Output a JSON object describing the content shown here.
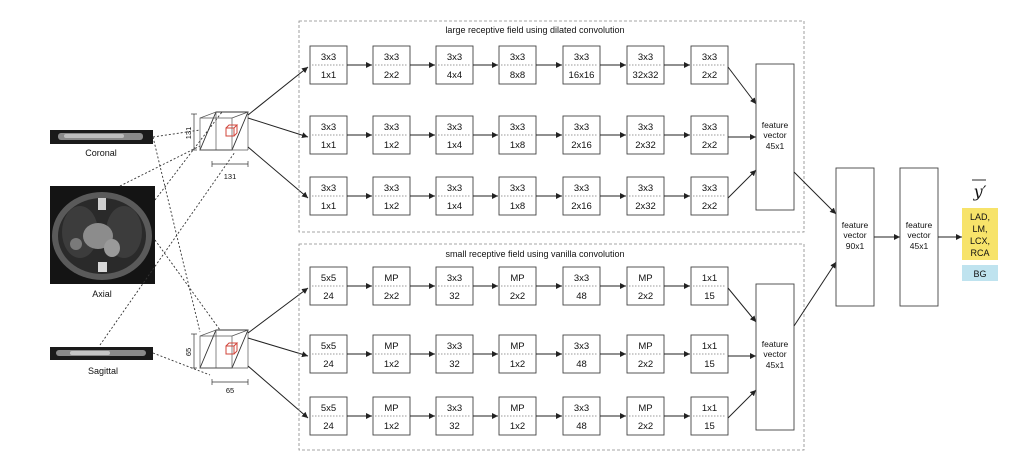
{
  "views": {
    "coronal": "Coronal",
    "axial": "Axial",
    "sagittal": "Sagittal"
  },
  "patch_dims": {
    "large": "131",
    "small": "65"
  },
  "dilated_group_title": "large receptive field using dilated convolution",
  "vanilla_group_title": "small receptive field using vanilla convolution",
  "dilated_rows": [
    [
      [
        "3x3",
        "1x1"
      ],
      [
        "3x3",
        "2x2"
      ],
      [
        "3x3",
        "4x4"
      ],
      [
        "3x3",
        "8x8"
      ],
      [
        "3x3",
        "16x16"
      ],
      [
        "3x3",
        "32x32"
      ],
      [
        "3x3",
        "2x2"
      ]
    ],
    [
      [
        "3x3",
        "1x1"
      ],
      [
        "3x3",
        "1x2"
      ],
      [
        "3x3",
        "1x4"
      ],
      [
        "3x3",
        "1x8"
      ],
      [
        "3x3",
        "2x16"
      ],
      [
        "3x3",
        "2x32"
      ],
      [
        "3x3",
        "2x2"
      ]
    ],
    [
      [
        "3x3",
        "1x1"
      ],
      [
        "3x3",
        "1x2"
      ],
      [
        "3x3",
        "1x4"
      ],
      [
        "3x3",
        "1x8"
      ],
      [
        "3x3",
        "2x16"
      ],
      [
        "3x3",
        "2x32"
      ],
      [
        "3x3",
        "2x2"
      ]
    ]
  ],
  "vanilla_rows": [
    [
      [
        "5x5",
        "24"
      ],
      [
        "MP",
        "2x2"
      ],
      [
        "3x3",
        "32"
      ],
      [
        "MP",
        "2x2"
      ],
      [
        "3x3",
        "48"
      ],
      [
        "MP",
        "2x2"
      ],
      [
        "1x1",
        "15"
      ]
    ],
    [
      [
        "5x5",
        "24"
      ],
      [
        "MP",
        "1x2"
      ],
      [
        "3x3",
        "32"
      ],
      [
        "MP",
        "1x2"
      ],
      [
        "3x3",
        "48"
      ],
      [
        "MP",
        "2x2"
      ],
      [
        "1x1",
        "15"
      ]
    ],
    [
      [
        "5x5",
        "24"
      ],
      [
        "MP",
        "1x2"
      ],
      [
        "3x3",
        "32"
      ],
      [
        "MP",
        "1x2"
      ],
      [
        "3x3",
        "48"
      ],
      [
        "MP",
        "2x2"
      ],
      [
        "1x1",
        "15"
      ]
    ]
  ],
  "feature_top": [
    "feature",
    "vector",
    "45x1"
  ],
  "feature_bottom": [
    "feature",
    "vector",
    "45x1"
  ],
  "feature_merged": [
    "feature",
    "vector",
    "90x1"
  ],
  "feature_final": [
    "feature",
    "vector",
    "45x1"
  ],
  "output_symbol": "y′",
  "output_classes": [
    "LAD,",
    "LM,",
    "LCX,",
    "RCA"
  ],
  "output_bg": "BG",
  "colors": {
    "classes_fill": "#f7e36a",
    "bg_fill": "#bfe3ef",
    "cube": "#d0443a"
  }
}
